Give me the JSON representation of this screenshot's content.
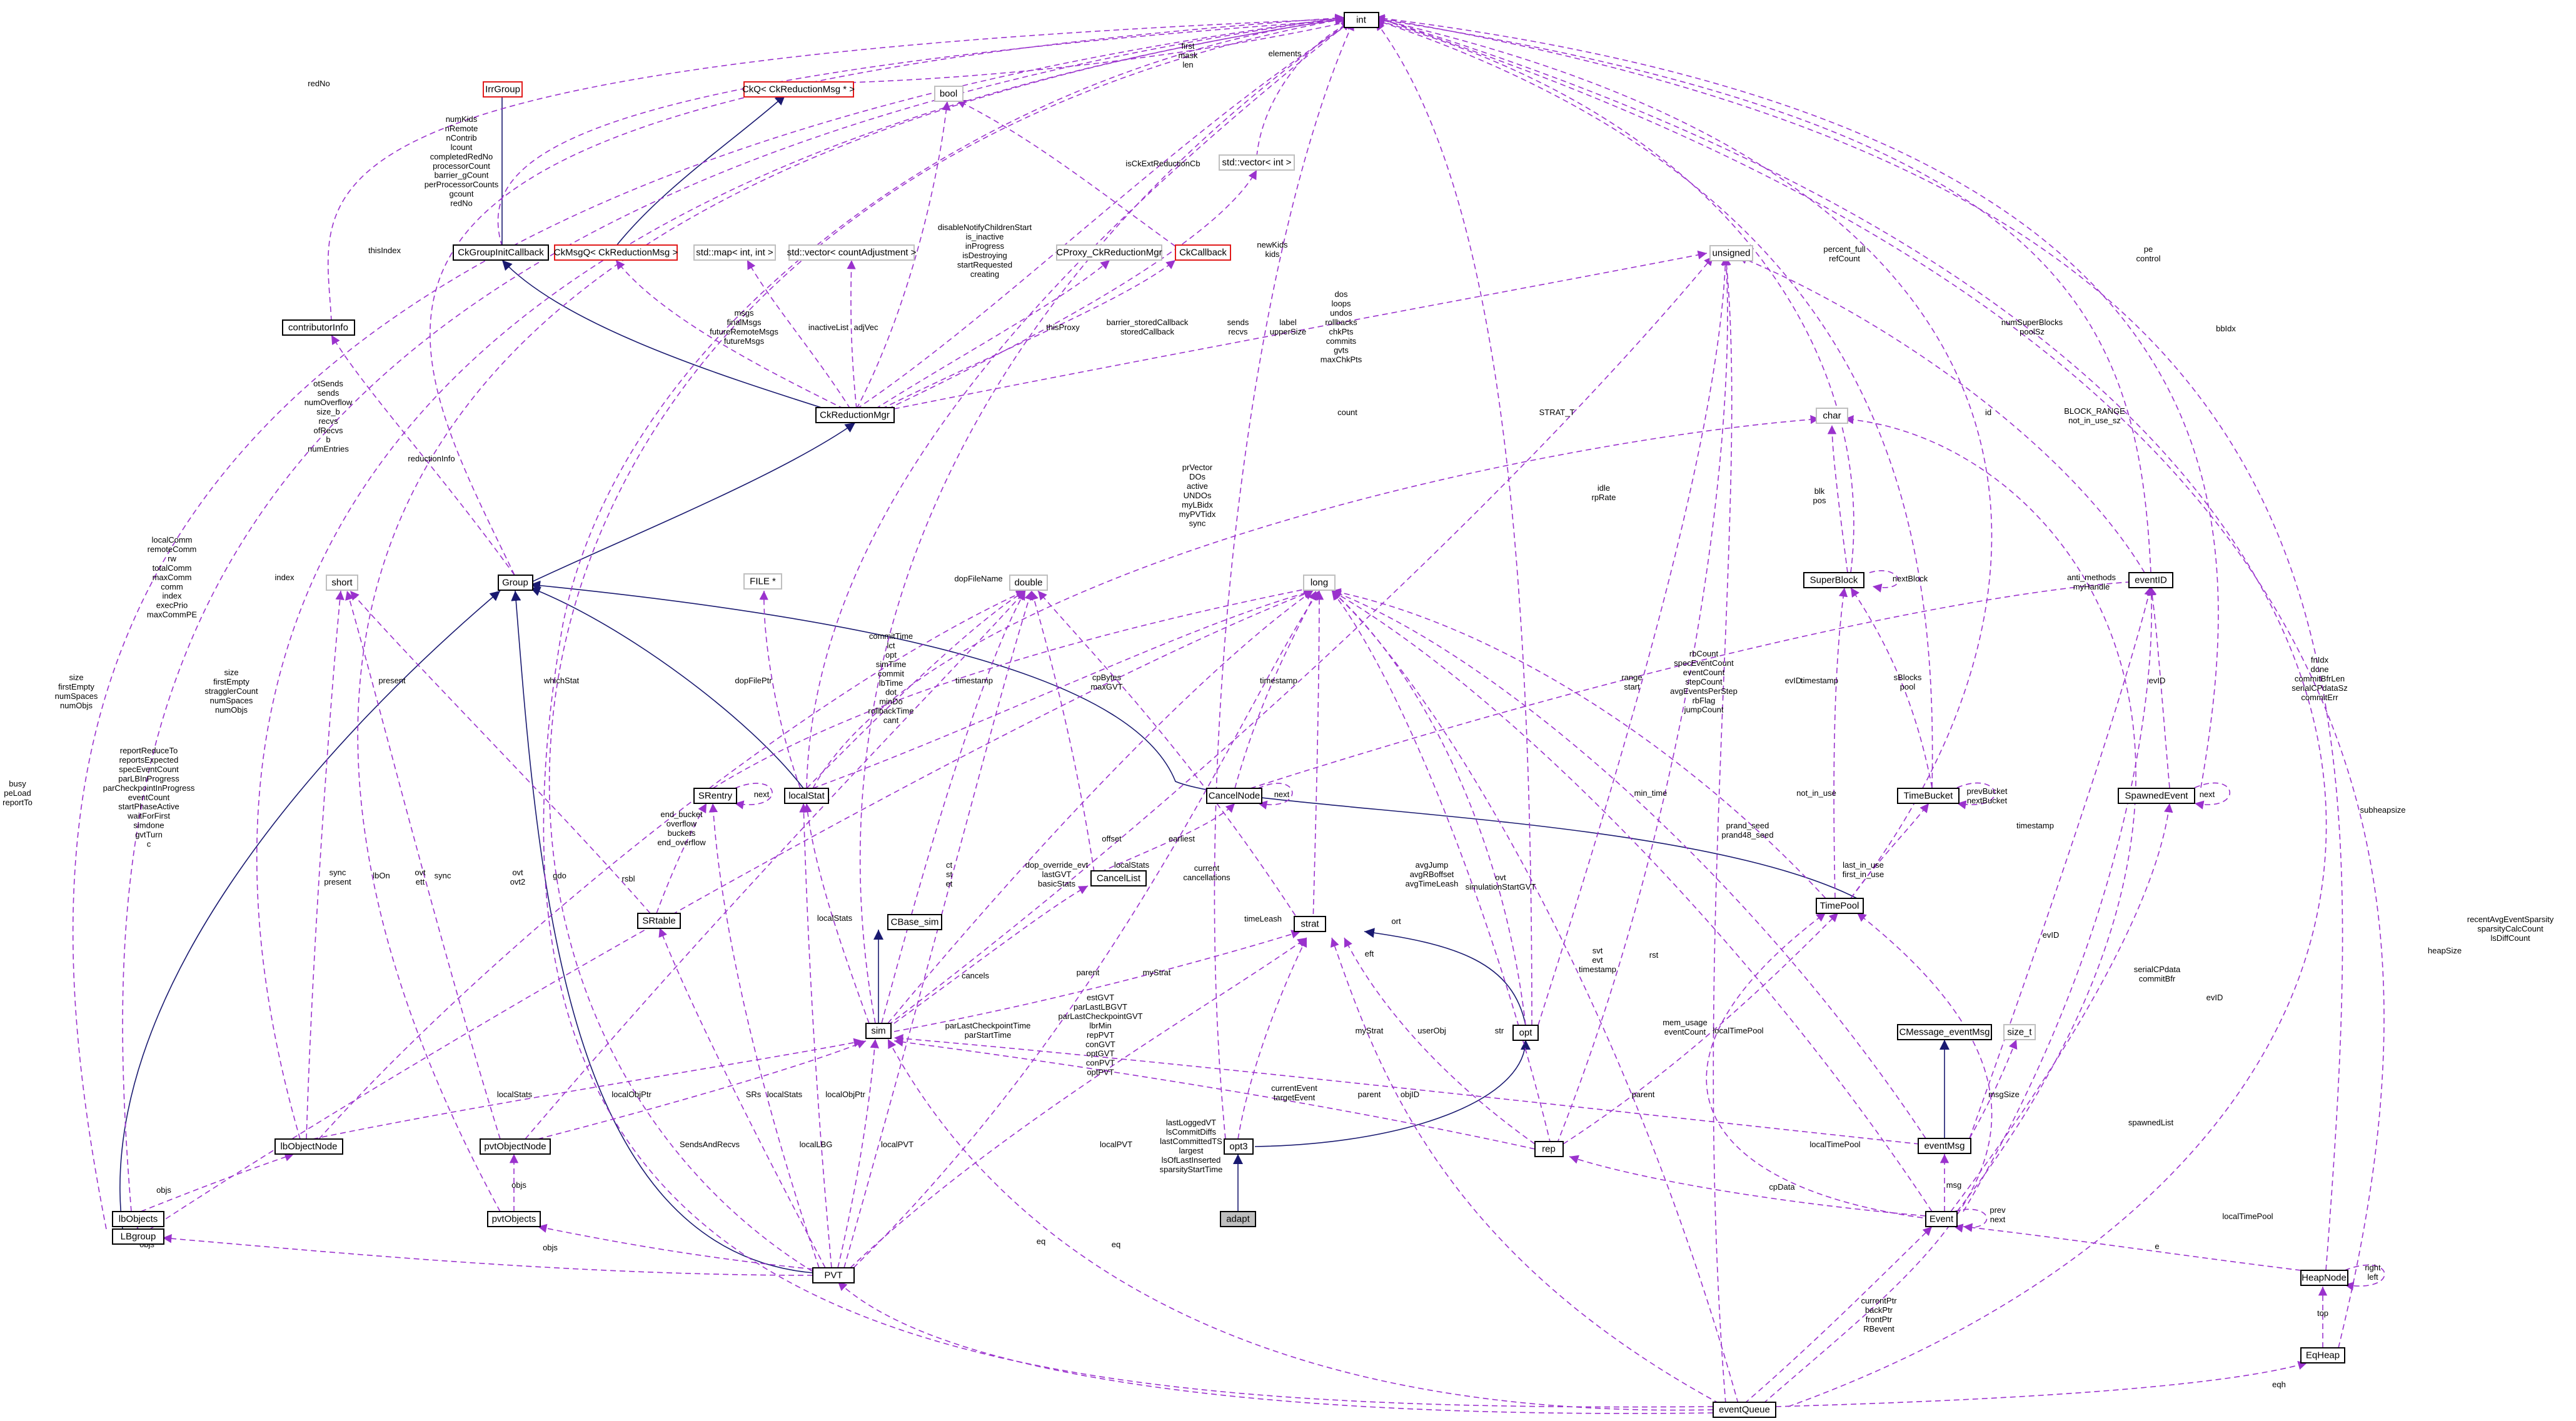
{
  "title": "Collaboration diagram for adapt",
  "colors": {
    "usage_edge": "#9a32cd",
    "inheritance_edge": "#191970",
    "truncated_border": "#e11a1a",
    "focus_fill": "#bfbfbf"
  },
  "nodes": {
    "int": "int",
    "irgroup": "IrrGroup",
    "ckqmsg": "CkQ< CkReductionMsg * >",
    "bool": "bool",
    "stdvecint": "std::vector< int >",
    "ckgroupinit": "CkGroupInitCallback",
    "ckmsgq": "CkMsgQ< CkReductionMsg >",
    "stdmap": "std::map< int, int >",
    "stdvecca": "std::vector< countAdjustment >",
    "cproxy": "CProxy_CkReductionMgr",
    "ckcallback": "CkCallback",
    "unsigned": "unsigned",
    "contributor": "contributorInfo",
    "ckredmgr": "CkReductionMgr",
    "char": "char",
    "superblock": "SuperBlock",
    "eventid": "eventID",
    "group": "Group",
    "short": "short",
    "filep": "FILE *",
    "double": "double",
    "long": "long",
    "srentry": "SRentry",
    "localstat": "localStat",
    "cancelnode": "CancelNode",
    "timebucket": "TimeBucket",
    "spawnedevent": "SpawnedEvent",
    "srtable": "SRtable",
    "cbase": "CBase_sim",
    "cancellist": "CancelList",
    "strat": "strat",
    "timepool": "TimePool",
    "sim": "sim",
    "opt": "opt",
    "cmessage": "CMessage_eventMsg",
    "sizet": "size_t",
    "lbobjectnode": "lbObjectNode",
    "pvtobjectnode": "pvtObjectNode",
    "opt3": "opt3",
    "rep": "rep",
    "eventmsg": "eventMsg",
    "lbobjects": "lbObjects",
    "pvtobjects": "pvtObjects",
    "adapt": "adapt",
    "event": "Event",
    "lbgroup": "LBgroup",
    "pvt": "PVT",
    "heapnode": "HeapNode",
    "eqheap": "EqHeap",
    "eventqueue": "eventQueue"
  },
  "labels": {
    "l_first": "first\nmask\nlen",
    "l_elements": "elements",
    "l_redno": "redNo",
    "l_numkids": "numKids\nnRemote\nnContrib\nlcount\ncompletedRedNo\nprocessorCount\nbarrier_gCount\nperProcessorCounts\ngcount\nredNo",
    "l_thisindex": "thisIndex",
    "l_isckext": "isCkExtReductionCb",
    "l_disable": "disableNotifyChildrenStart\nis_inactive\ninProgress\nisDestroying\nstartRequested\ncreating",
    "l_newkids": "newKids\nkids",
    "l_pe": "pe\ncontrol",
    "l_percent": "percent_full\nrefCount",
    "l_bbidx": "bbIdx",
    "l_msgs": "msgs\nfinalMsgs\nfutureRemoteMsgs\nfutureMsgs",
    "l_inactive": "inactiveList",
    "l_adjvec": "adjVec",
    "l_thisproxy": "thisProxy",
    "l_barrier": "barrier_storedCallback\nstoredCallback",
    "l_sends": "sends\nrecvs",
    "l_label": "label\nupperSize",
    "l_dos": "dos\nloops\nundos\nrollbacks\nchkPts\ncommits\ngvts\nmaxChkPts",
    "l_numsuper": "numSuperBlocks\npoolSz",
    "l_id": "id",
    "l_blockrange": "BLOCK_RANGE\nnot_in_use_sz",
    "l_reductioninfo": "reductionInfo",
    "l_otsends": "otSends\nsends\nnumOverflow\nsize_b\nrecvs\nofRecvs\nb\nnumEntries",
    "l_count": "count",
    "l_strat_t": "STRAT_T",
    "l_idle": "idle\nrpRate",
    "l_blk": "blk\npos",
    "l_nextblock": "nextBlock",
    "l_anti": "anti_methods\nmyHandle",
    "l_localcomm": "localComm\nremoteComm\nrw\ntotalComm\nmaxComm\ncomm\nindex\nexecPrio\nmaxCommPE",
    "l_index": "index",
    "l_prvector": "prVector\nDOs\nactive\nUNDOs\nmyLBidx\nmyPVTidx\nsync",
    "l_dopfilename": "dopFileName",
    "l_size1": "size\nfirstEmpty\nnumSpaces\nnumObjs",
    "l_size2": "size\nfirstEmpty\nstragglerCount\nnumSpaces\nnumObjs",
    "l_whichstat": "whichStat",
    "l_dopfileptr": "dopFilePtr",
    "l_committime": "commitTime\nlct\nopt\nsimTime\ncommit\nlbTime\ndot\nminDo\nrollbackTime\ncant",
    "l_timestamp1": "timestamp",
    "l_cpbytes": "cpBytes\nmaxGVT",
    "l_timestamp2": "timestamp",
    "l_range": "range\nstart",
    "l_rbcount": "rbCount\nspecEventCount\neventCount\nstepCount\navgEventsPerStep\nrbFlag\njumpCount",
    "l_evid1": "evID",
    "l_sblocks": "sBlocks\npool",
    "l_fnidx": "fnIdx\ndone\ncommitBfrLen\nserialCPdataSz\ncommitErr",
    "l_evid2": "evID",
    "l_busy": "busy\npeLoad\nreportTo",
    "l_reportreduce": "reportReduceTo\nreportsExpected\nspecEventCount\nparLBInProgress\nparCheckpointInProgress\neventCount\nstartPhaseActive\nwaitForFirst\nsimdone\ngvtTurn\nc",
    "l_next1": "next",
    "l_next2": "next",
    "l_prevbucket": "prevBucket\nnextBucket",
    "l_next3": "next",
    "l_present": "present",
    "l_rsbl": "rsbl",
    "l_end": "end_bucket\noverflow\nbuckets\nend_overflow",
    "l_ct": "ct\nst\net",
    "l_dop": "dop_override_evt\nlastGVT\nbasicStats",
    "l_offset": "offset",
    "l_earliest": "earliest",
    "l_current": "current\ncancellations",
    "l_timestamp3": "timestamp",
    "l_lastinuse": "last_in_use\nfirst_in_use",
    "l_notinuse": "not_in_use",
    "l_timestamp4": "timestamp",
    "l_avgjump": "avgJump\navgRBoffset\navgTimeLeash",
    "l_ovt": "ovt\nsimulationStartGVT",
    "l_prand": "prand_seed\nprand48_seed",
    "l_mintime": "min_time",
    "l_sync1": "sync\npresent",
    "l_sync2": "sync",
    "l_ovt2": "ovt\nett",
    "l_ovt3": "ovt\novt2",
    "l_gdo": "gdo",
    "l_localstats1": "localStats",
    "l_localstats2": "localStats",
    "l_timeleash": "timeLeash",
    "l_svt": "svt\nevt\ntimestamp",
    "l_rst": "rst",
    "l_memusage": "mem_usage\neventCount",
    "l_serialcp": "serialCPdata\ncommitBfr",
    "l_evid3": "evID",
    "l_evid4": "evID",
    "l_heapsize": "heapSize",
    "l_subheapsize": "subheapsize",
    "l_recentavg": "recentAvgEventSparsity\nsparsityCalcCount\nlsDiffCount",
    "l_cancels": "cancels",
    "l_mystrat": "myStrat",
    "l_mystrat2": "myStrat",
    "l_parent1": "parent",
    "l_userobj": "userObj",
    "l_str": "str",
    "l_ort": "ort",
    "l_lastgvt": "estGVT\nparLastLBGVT\nparLastCheckpointGVT\nlbrMin\nrepPVT\nconGVT\noptGVT\nconPVT\noptPVT",
    "l_parlastcp": "parLastCheckpointTime\nparStartTime",
    "l_currentevent": "currentEvent\ntargetEvent",
    "l_parent2": "parent",
    "l_objid": "objID",
    "l_localtimepool": "localTimePool",
    "l_parent3": "parent",
    "l_msgsize": "msgSize",
    "l_localobjptr1": "localObjPtr",
    "l_localobjptr2": "localObjPtr",
    "l_localstats3": "localStats",
    "l_srs": "SRs",
    "l_localstats4": "localStats",
    "l_sendsandrecvs": "SendsAndRecvs",
    "l_objs1": "objs",
    "l_objs2": "objs",
    "l_objs3": "objs",
    "l_objs4": "objs",
    "l_locallbg": "localLBG",
    "l_localpvt1": "localPVT",
    "l_localpvt2": "localPVT",
    "l_lastloggedvt": "lastLoggedVT\nlsCommitDiffs\nlastCommittedTS\nlargest\nlsOfLastInserted\nsparsityStartTime",
    "l_localtimepool2": "localTimePool",
    "l_cpdata": "cpData",
    "l_msg": "msg",
    "l_prev": "prev\nnext",
    "l_spawnedlist": "spawnedList",
    "l_e": "e",
    "l_right": "right\nleft",
    "l_top": "top",
    "l_eq": "eq",
    "l_eq2": "eq",
    "l_currentptr": "currentPtr\nbackPtr\nfrontPtr\nRBevent",
    "l_eqh": "eqh",
    "l_localtimepool3": "localTimePool"
  }
}
